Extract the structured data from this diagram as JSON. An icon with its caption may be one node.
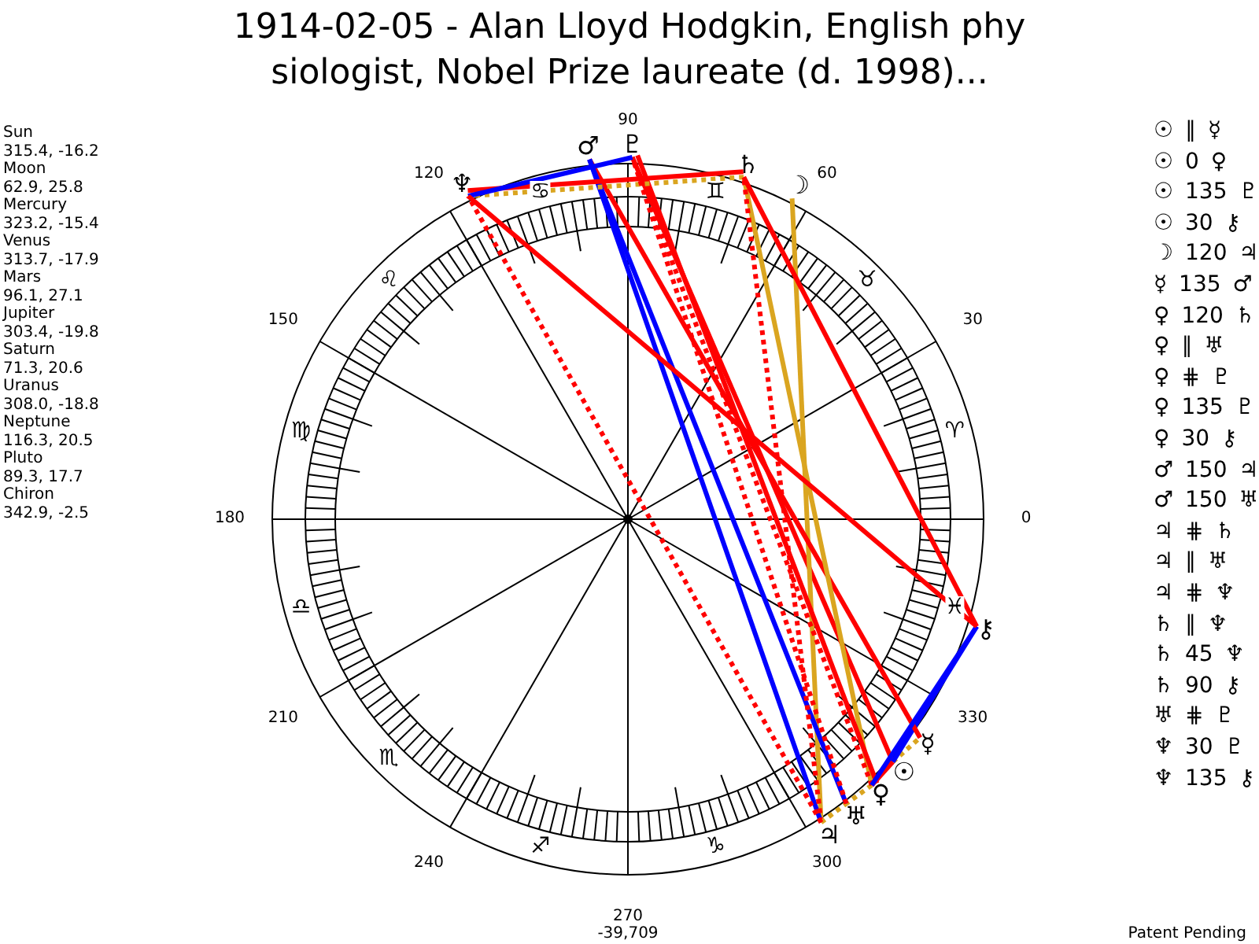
{
  "diagram": {
    "title": "1914-02-05 - Alan Lloyd Hodgkin, English phy siologist, Nobel Prize laureate (d. 1998)...",
    "nodes": [
      {
        "text": [
          "☉"
        ]
      },
      {
        "text": [
          "☽"
        ]
      },
      {
        "text": [
          "☿"
        ]
      },
      {
        "text": [
          "♀"
        ]
      },
      {
        "text": [
          "♂"
        ]
      },
      {
        "text": [
          "♃"
        ]
      },
      {
        "text": [
          "♄"
        ]
      },
      {
        "text": [
          "♅"
        ]
      },
      {
        "text": [
          "♆"
        ]
      },
      {
        "text": [
          "♇"
        ]
      },
      {
        "text": [
          "⚷"
        ]
      }
    ],
    "edges": [
      {
        "from": 0,
        "to": 2,
        "arrow": "none",
        "style": "dashed",
        "color": "#daa520"
      },
      {
        "from": 0,
        "to": 3,
        "arrow": "none"
      },
      {
        "from": 0,
        "to": 9,
        "arrow": "none"
      },
      {
        "from": 0,
        "to": 10,
        "arrow": "none",
        "color": "#0000ff"
      },
      {
        "from": 1,
        "to": 5,
        "arrow": "none",
        "color": "#daa520"
      },
      {
        "from": 2,
        "to": 4,
        "arrow": "none"
      },
      {
        "from": 3,
        "to": 6,
        "arrow": "none",
        "color": "#daa520"
      },
      {
        "from": 3,
        "to": 7,
        "arrow": "none",
        "style": "dashed",
        "color": "#daa520"
      },
      {
        "from": 3,
        "to": 9,
        "arrow": "none",
        "style": "dashed"
      },
      {
        "from": 3,
        "to": 9,
        "arrow": "none"
      },
      {
        "from": 3,
        "to": 10,
        "arrow": "none",
        "color": "#0000ff"
      },
      {
        "from": 4,
        "to": 5,
        "arrow": "none",
        "color": "#0000ff"
      },
      {
        "from": 4,
        "to": 7,
        "arrow": "none",
        "color": "#0000ff"
      },
      {
        "from": 5,
        "to": 6,
        "arrow": "none",
        "style": "dashed"
      },
      {
        "from": 5,
        "to": 7,
        "arrow": "none",
        "style": "dashed",
        "color": "#daa520"
      },
      {
        "from": 5,
        "to": 8,
        "arrow": "none",
        "style": "dashed"
      },
      {
        "from": 6,
        "to": 8,
        "arrow": "none",
        "style": "dashed",
        "color": "#daa520"
      },
      {
        "from": 6,
        "to": 8,
        "arrow": "none"
      },
      {
        "from": 6,
        "to": 10,
        "arrow": "none"
      },
      {
        "from": 7,
        "to": 9,
        "arrow": "none",
        "style": "dashed"
      },
      {
        "from": 8,
        "to": 9,
        "arrow": "none",
        "color": "#0000ff"
      },
      {
        "from": 8,
        "to": 10,
        "arrow": "none"
      }
    ],
    "labels": [
      "Sun",
      "315.4, -16.2",
      "Moon",
      "62.9, 25.8",
      "Mercury",
      "323.2, -15.4",
      "Venus",
      "313.7, -17.9",
      "Mars",
      "96.1, 27.1",
      "Jupiter",
      "303.4, -19.8",
      "Saturn",
      "71.3, 20.6",
      "Uranus",
      "308.0, -18.8",
      "Neptune",
      "116.3, 20.5",
      "Pluto",
      "89.3, 17.7",
      "Chiron",
      "342.9, -2.5",
      "90",
      "120",
      "♋",
      "♊",
      "60",
      "♌",
      "♉",
      "150",
      "30",
      "♍",
      "♈",
      "180",
      "0",
      "♎",
      "♓",
      "210",
      "330",
      "♏",
      "240",
      "♐",
      "♑",
      "300",
      "270",
      "☉ ∥ ☿",
      "☉ 0 ♀",
      "☉ 135 ♇",
      "☉ 30 ⚷",
      "☽ 120 ♃",
      "☿ 135 ♂",
      "♀ 120 ♄",
      "♀ ∥ ♅",
      "♀ ⋕ ♇",
      "♀ 135 ♇",
      "♀ 30 ⚷",
      "♂ 150 ♃",
      "♂ 150 ♅",
      "♃ ⋕ ♄",
      "♃ ∥ ♅",
      "♃ ⋕ ♆",
      "♄ ∥ ♆",
      "♄ 45 ♆",
      "♄ 90 ⚷",
      "♅ ⋕ ♇",
      "♆ 30 ♇",
      "♆ 135 ⚷",
      "-39,709",
      "Patent Pending"
    ]
  }
}
